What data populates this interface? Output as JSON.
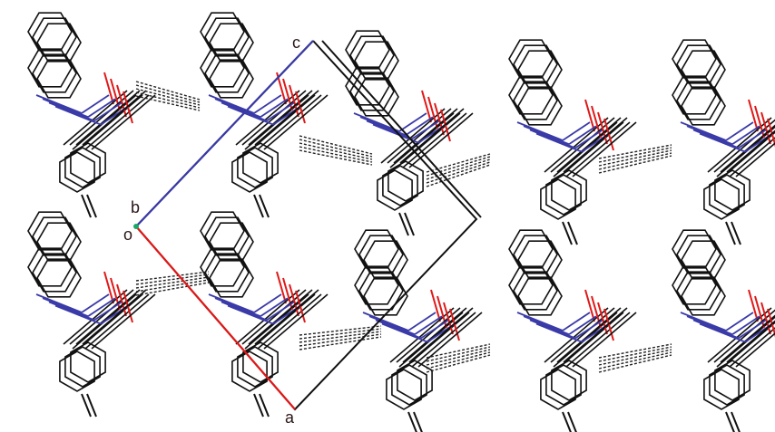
{
  "figure": {
    "axis_labels": {
      "c": "c",
      "b": "b",
      "o": "o",
      "a": "a"
    }
  },
  "colors": {
    "bond": "#111111",
    "nitrogen": "#3a3aa8",
    "oxygen": "#e01818",
    "axis_a": "#e01818",
    "axis_c": "#3a3aa8",
    "axis_b": "#18a868",
    "contact": "#222222"
  }
}
